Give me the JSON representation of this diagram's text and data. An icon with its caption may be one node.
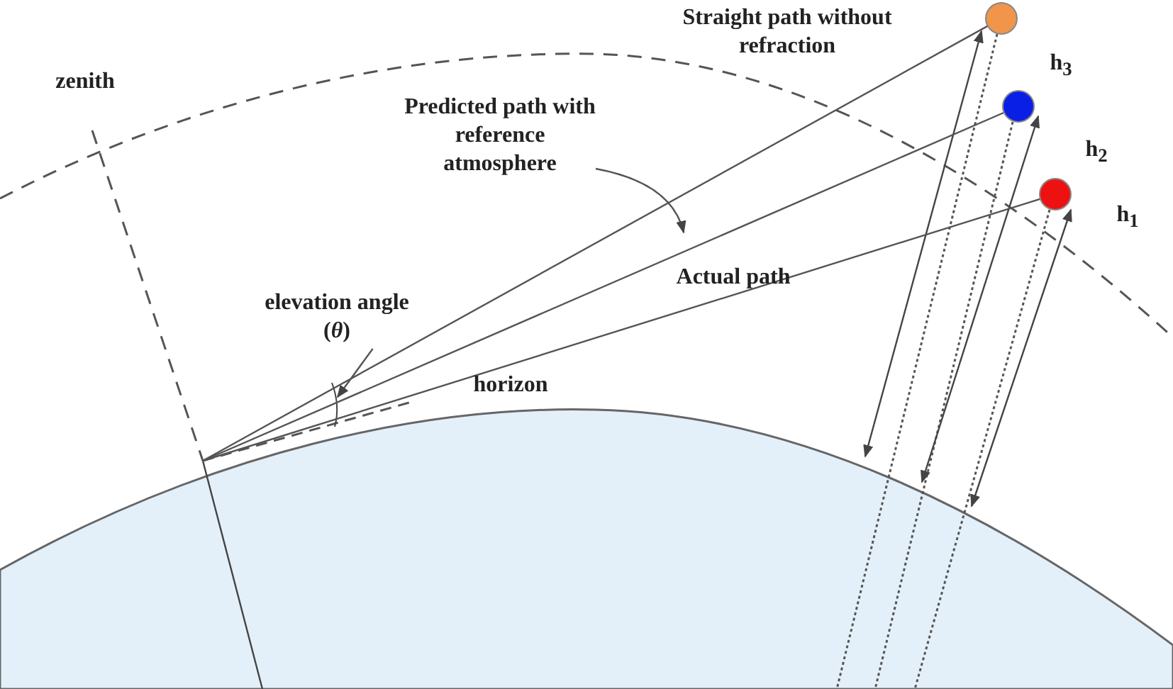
{
  "diagram": {
    "nodes": [
      {
        "text": [
          "Predicted path with reference atmosphere"
        ]
      },
      {
        "text": [
          "elevation angle (*θ*)"
        ]
      },
      {
        "text": [],
        "shape": "circle"
      },
      {
        "text": [],
        "shape": "circle"
      },
      {
        "text": [],
        "shape": "circle"
      }
    ],
    "edges": [
      {
        "from": 0,
        "to": null,
        "arrow": "to"
      },
      {
        "from": 1,
        "to": null,
        "arrow": "to"
      },
      {
        "from": null,
        "to": 2,
        "arrow": "none"
      },
      {
        "from": null,
        "to": 3,
        "arrow": "none"
      },
      {
        "from": null,
        "to": 4,
        "arrow": "none"
      }
    ],
    "labels": [
      "zenith",
      "Straight path without refraction",
      "h$_{3}$",
      "h$_{2}$",
      "h$_{1}$",
      "Actual path",
      "horizon"
    ]
  }
}
